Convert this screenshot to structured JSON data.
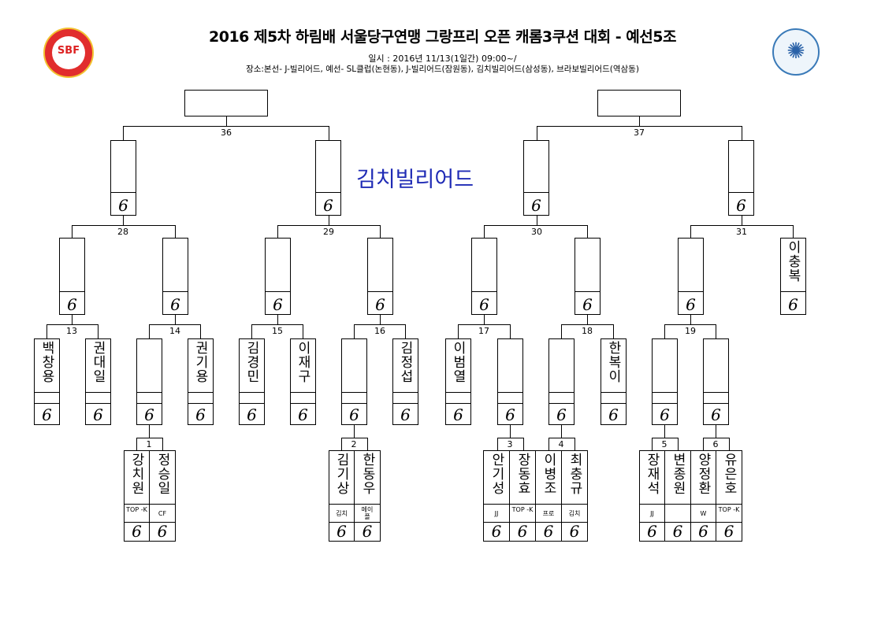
{
  "header": {
    "title": "2016 제5차 하림배 서울당구연맹 그랑프리 오픈 캐롬3쿠션 대회 - 예선5조",
    "date_line": "일시 : 2016년 11/13(1일간) 09:00~/",
    "venue_line": "장소:본선- J-빌리어드, 예선- SL클럽(논현동), J-빌리어드(잠원동), 김치빌리어드(삼성동), 브라보빌리어드(역삼동)",
    "left_logo_text": "SBF",
    "right_logo_icon": "seoul-sports-council-icon"
  },
  "venue_label": "김치빌리어드",
  "score_mark": "6",
  "matches": {
    "m1": "1",
    "m2": "2",
    "m3": "3",
    "m4": "4",
    "m5": "5",
    "m6": "6",
    "m13": "13",
    "m14": "14",
    "m15": "15",
    "m16": "16",
    "m17": "17",
    "m18": "18",
    "m19": "19",
    "m28": "28",
    "m29": "29",
    "m30": "30",
    "m31": "31",
    "m36": "36",
    "m37": "37"
  },
  "players": {
    "p1a": {
      "name": "강치원",
      "club": "TOP -K"
    },
    "p1b": {
      "name": "정승일",
      "club": "CF"
    },
    "p2a": {
      "name": "김기상",
      "club": "김치"
    },
    "p2b": {
      "name": "한동우",
      "club": "메이플"
    },
    "p3a": {
      "name": "안기성",
      "club": "JJ"
    },
    "p3b": {
      "name": "장동효",
      "club": "TOP -K"
    },
    "p4a": {
      "name": "이병조",
      "club": "프로"
    },
    "p4b": {
      "name": "최충규",
      "club": "김치"
    },
    "p5a": {
      "name": "장재석",
      "club": "JJ"
    },
    "p5b": {
      "name": "변종원",
      "club": ""
    },
    "p6a": {
      "name": "양정환",
      "club": "W"
    },
    "p6b": {
      "name": "유은호",
      "club": "TOP -K"
    },
    "r13a": "백창용",
    "r13b": "권대일",
    "r14b": "권기용",
    "r15a": "김경민",
    "r15b": "이재구",
    "r16b": "김정섭",
    "r17a": "이범열",
    "r18b": "한복이",
    "r31b": "이충복"
  }
}
